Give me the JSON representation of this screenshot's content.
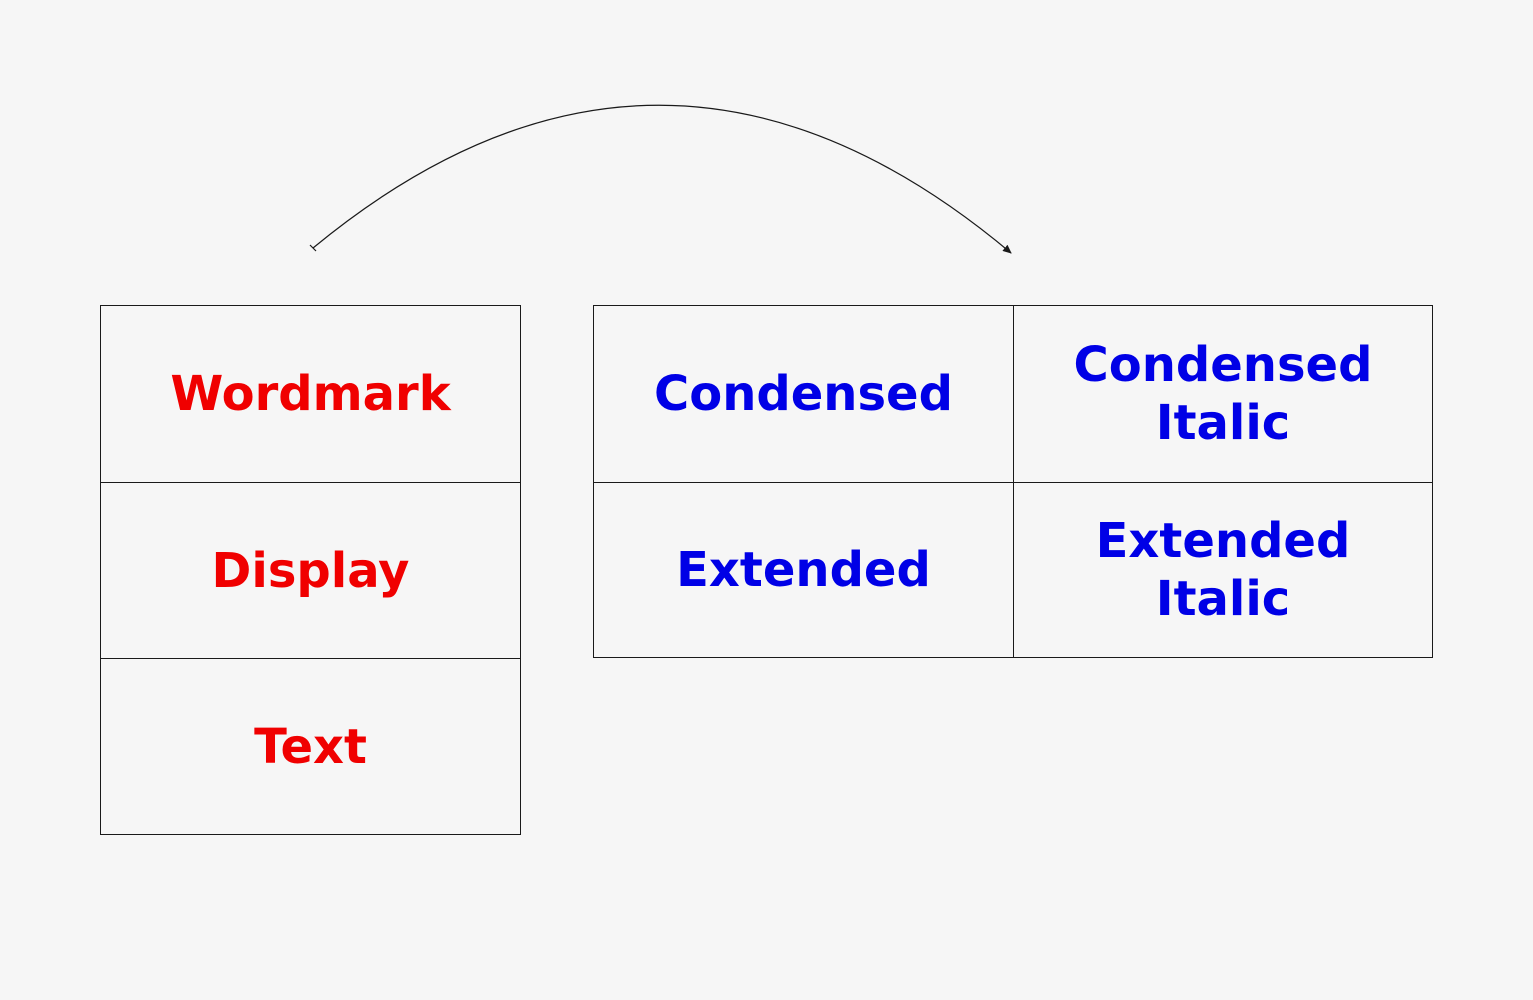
{
  "colors": {
    "background": "#f6f6f6",
    "left_text": "#f00000",
    "right_text": "#0000e6",
    "lines": "#1a1a1a"
  },
  "left_column": {
    "items": [
      "Wordmark",
      "Display",
      "Text"
    ]
  },
  "right_grid": {
    "cells": [
      "Condensed",
      "Condensed\nItalic",
      "Extended",
      "Extended\nItalic"
    ]
  },
  "arrow": {
    "from": "left_column",
    "to": "right_grid"
  }
}
